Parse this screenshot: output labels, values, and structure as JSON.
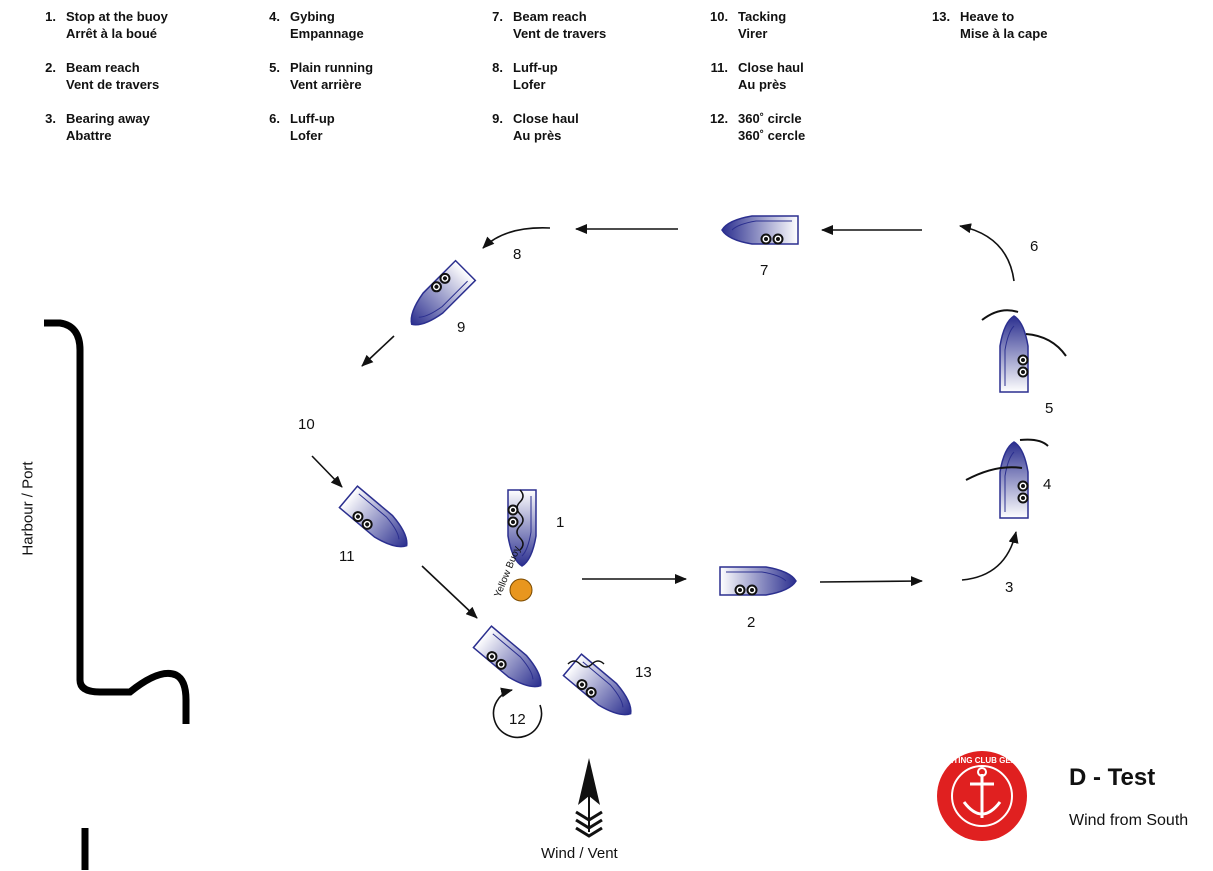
{
  "legend": [
    {
      "num": "1.",
      "en": "Stop at the buoy",
      "fr": "Arrêt à la boué"
    },
    {
      "num": "2.",
      "en": "Beam reach",
      "fr": "Vent de travers"
    },
    {
      "num": "3.",
      "en": "Bearing away",
      "fr": "Abattre"
    },
    {
      "num": "4.",
      "en": "Gybing",
      "fr": "Empannage"
    },
    {
      "num": "5.",
      "en": "Plain running",
      "fr": "Vent arrière"
    },
    {
      "num": "6.",
      "en": "Luff-up",
      "fr": "Lofer"
    },
    {
      "num": "7.",
      "en": "Beam reach",
      "fr": "Vent de travers"
    },
    {
      "num": "8.",
      "en": "Luff-up",
      "fr": "Lofer"
    },
    {
      "num": "9.",
      "en": "Close haul",
      "fr": "Au près"
    },
    {
      "num": "10.",
      "en": "Tacking",
      "fr": "Virer"
    },
    {
      "num": "11.",
      "en": "Close haul",
      "fr": "Au près"
    },
    {
      "num": "12.",
      "en": "360˚ circle",
      "fr": "360˚ cercle"
    },
    {
      "num": "13.",
      "en": "Heave to",
      "fr": "Mise à la cape"
    }
  ],
  "diagram": {
    "step_labels": [
      "1",
      "2",
      "3",
      "4",
      "5",
      "6",
      "7",
      "8",
      "9",
      "10",
      "11",
      "12",
      "13"
    ],
    "buoy_label": "Yellow Buoy",
    "harbour_label": "Harbour / Port",
    "wind_label": "Wind / Vent",
    "colors": {
      "boat_dark": "#2b2f8f",
      "boat_light": "#ffffff",
      "buoy": "#e8961e",
      "logo": "#e02020"
    }
  },
  "test": {
    "title": "D - Test",
    "subtitle": "Wind from South",
    "logo_text": "YACHTING CLUB GENEVE"
  }
}
